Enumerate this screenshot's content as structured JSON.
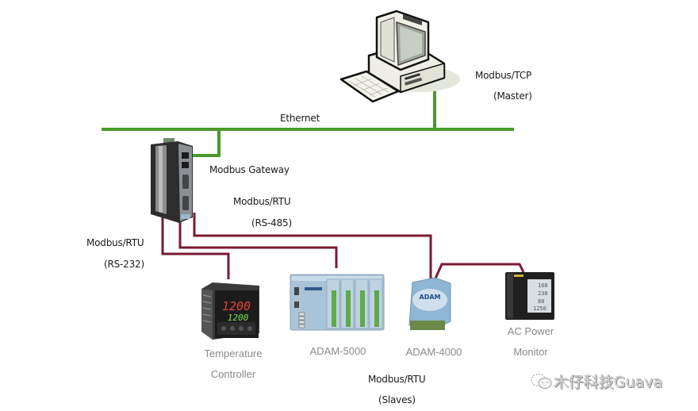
{
  "diagram": {
    "network": {
      "ethernet_label": "Ethernet",
      "ethernet_color": "#4a9a2a",
      "serial_color": "#7a1a30"
    },
    "master": {
      "protocol": "Modbus/TCP",
      "role": "(Master)"
    },
    "gateway": {
      "label": "Modbus  Gateway"
    },
    "rs485": {
      "protocol": "Modbus/RTU",
      "interface": "(RS-485)"
    },
    "rs232": {
      "protocol": "Modbus/RTU",
      "interface": "(RS-232)"
    },
    "devices": [
      {
        "line1": "Temperature",
        "line2": "Controller"
      },
      {
        "line1": "ADAM-5000",
        "line2": ""
      },
      {
        "line1": "ADAM-4000",
        "line2": ""
      },
      {
        "line1": "AC Power",
        "line2": "Monitor"
      }
    ],
    "temperature_display": {
      "pv": "1200",
      "sv": "1200"
    },
    "slaves": {
      "protocol": "Modbus/RTU",
      "role": "(Slaves)"
    },
    "watermark": "木仔科技Guava"
  }
}
